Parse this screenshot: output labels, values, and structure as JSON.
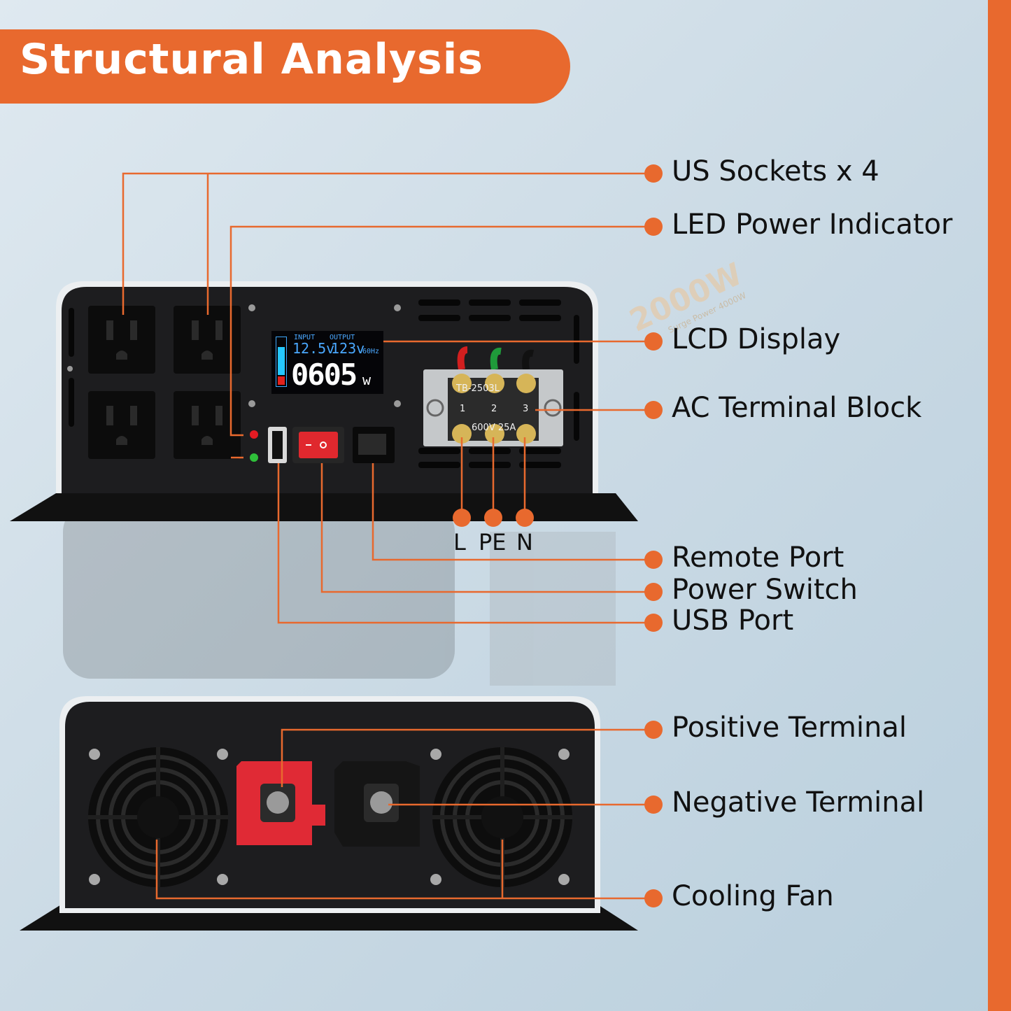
{
  "title": "Structural Analysis",
  "product": {
    "watermark": "2000W",
    "watermark_sub": "Surge Power 4000W"
  },
  "lcd": {
    "input_label": "INPUT",
    "output_label": "OUTPUT",
    "input_voltage": "12.5v",
    "output_voltage": "123v",
    "frequency": "60Hz",
    "power": "0605",
    "power_unit": "w"
  },
  "terminal_block": {
    "model": "TB-2503L",
    "numbers": [
      "1",
      "2",
      "3"
    ],
    "rating": "600V 25A"
  },
  "ac_wires": [
    "L",
    "PE",
    "N"
  ],
  "labels": {
    "us_sockets": "US Sockets x 4",
    "led_indicator": "LED Power Indicator",
    "lcd_display": "LCD Display",
    "ac_terminal": "AC Terminal Block",
    "remote_port": "Remote Port",
    "power_switch": "Power Switch",
    "usb_port": "USB Port",
    "positive_terminal": "Positive Terminal",
    "negative_terminal": "Negative Terminal",
    "cooling_fan": "Cooling Fan"
  },
  "colors": {
    "accent": "#e8692e",
    "device_body": "#1c1c1e",
    "positive": "#e02a35",
    "negative": "#1a1a1a"
  }
}
